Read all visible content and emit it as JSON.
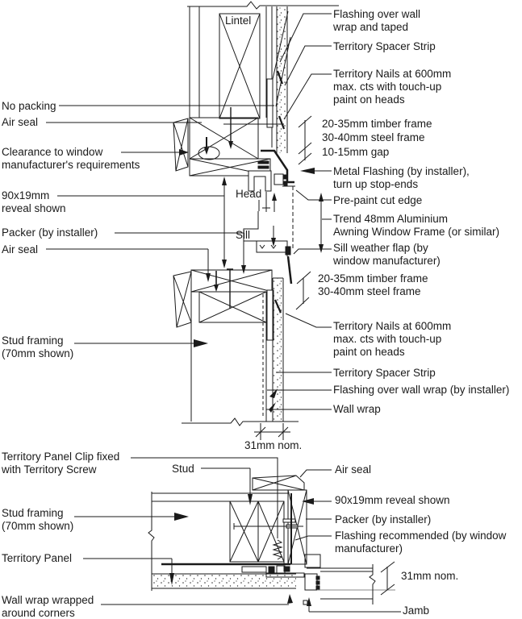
{
  "colors": {
    "ink": "#1a1a1a",
    "background": "#ffffff"
  },
  "section_detail": {
    "inline": {
      "lintel": "Lintel",
      "head": "Head",
      "sill": "Sill",
      "dim_bottom": "31mm nom."
    },
    "left_labels": {
      "no_packing": "No packing",
      "air_seal_head": "Air seal",
      "clearance": "Clearance to window\nmanufacturer's requirements",
      "reveal": "90x19mm\nreveal shown",
      "packer": "Packer (by installer)",
      "air_seal_sill": "Air seal",
      "stud_framing": "Stud framing\n(70mm shown)"
    },
    "right_labels": {
      "flashing_taped": "Flashing over wall\nwrap and taped",
      "spacer_strip_head": "Territory Spacer Strip",
      "nails_head": "Territory Nails at  600mm\nmax. cts with touch-up\npaint on heads",
      "timber_frame_head": "20-35mm timber frame",
      "steel_frame_head": "30-40mm steel frame",
      "gap": "10-15mm gap",
      "metal_flashing": "Metal Flashing (by installer),\nturn up stop-ends",
      "pre_paint": "Pre-paint cut edge",
      "trend_frame": "Trend 48mm Aluminium\nAwning Window Frame (or similar)",
      "sill_flap": "Sill weather flap (by\nwindow manufacturer)",
      "frame_sill": "20-35mm timber frame\n30-40mm steel frame",
      "nails_sill": "Territory Nails at  600mm\nmax. cts with touch-up\npaint on heads",
      "spacer_strip_sill": "Territory Spacer Strip",
      "flashing_installer": "Flashing over wall wrap (by installer)",
      "wall_wrap": "Wall wrap"
    }
  },
  "jamb_plan": {
    "inline": {
      "stud": "Stud",
      "jamb": "Jamb",
      "dim": "31mm nom."
    },
    "left_labels": {
      "panel_clip": "Territory Panel Clip fixed\nwith Territory Screw",
      "stud_framing": "Stud framing\n(70mm shown)",
      "territory_panel": "Territory Panel",
      "wall_wrap_corners": "Wall wrap wrapped\naround corners"
    },
    "right_labels": {
      "air_seal": "Air seal",
      "reveal": "90x19mm reveal shown",
      "packer": "Packer (by installer)",
      "flashing_recommended": "Flashing recommended (by window\nmanufacturer)"
    }
  }
}
